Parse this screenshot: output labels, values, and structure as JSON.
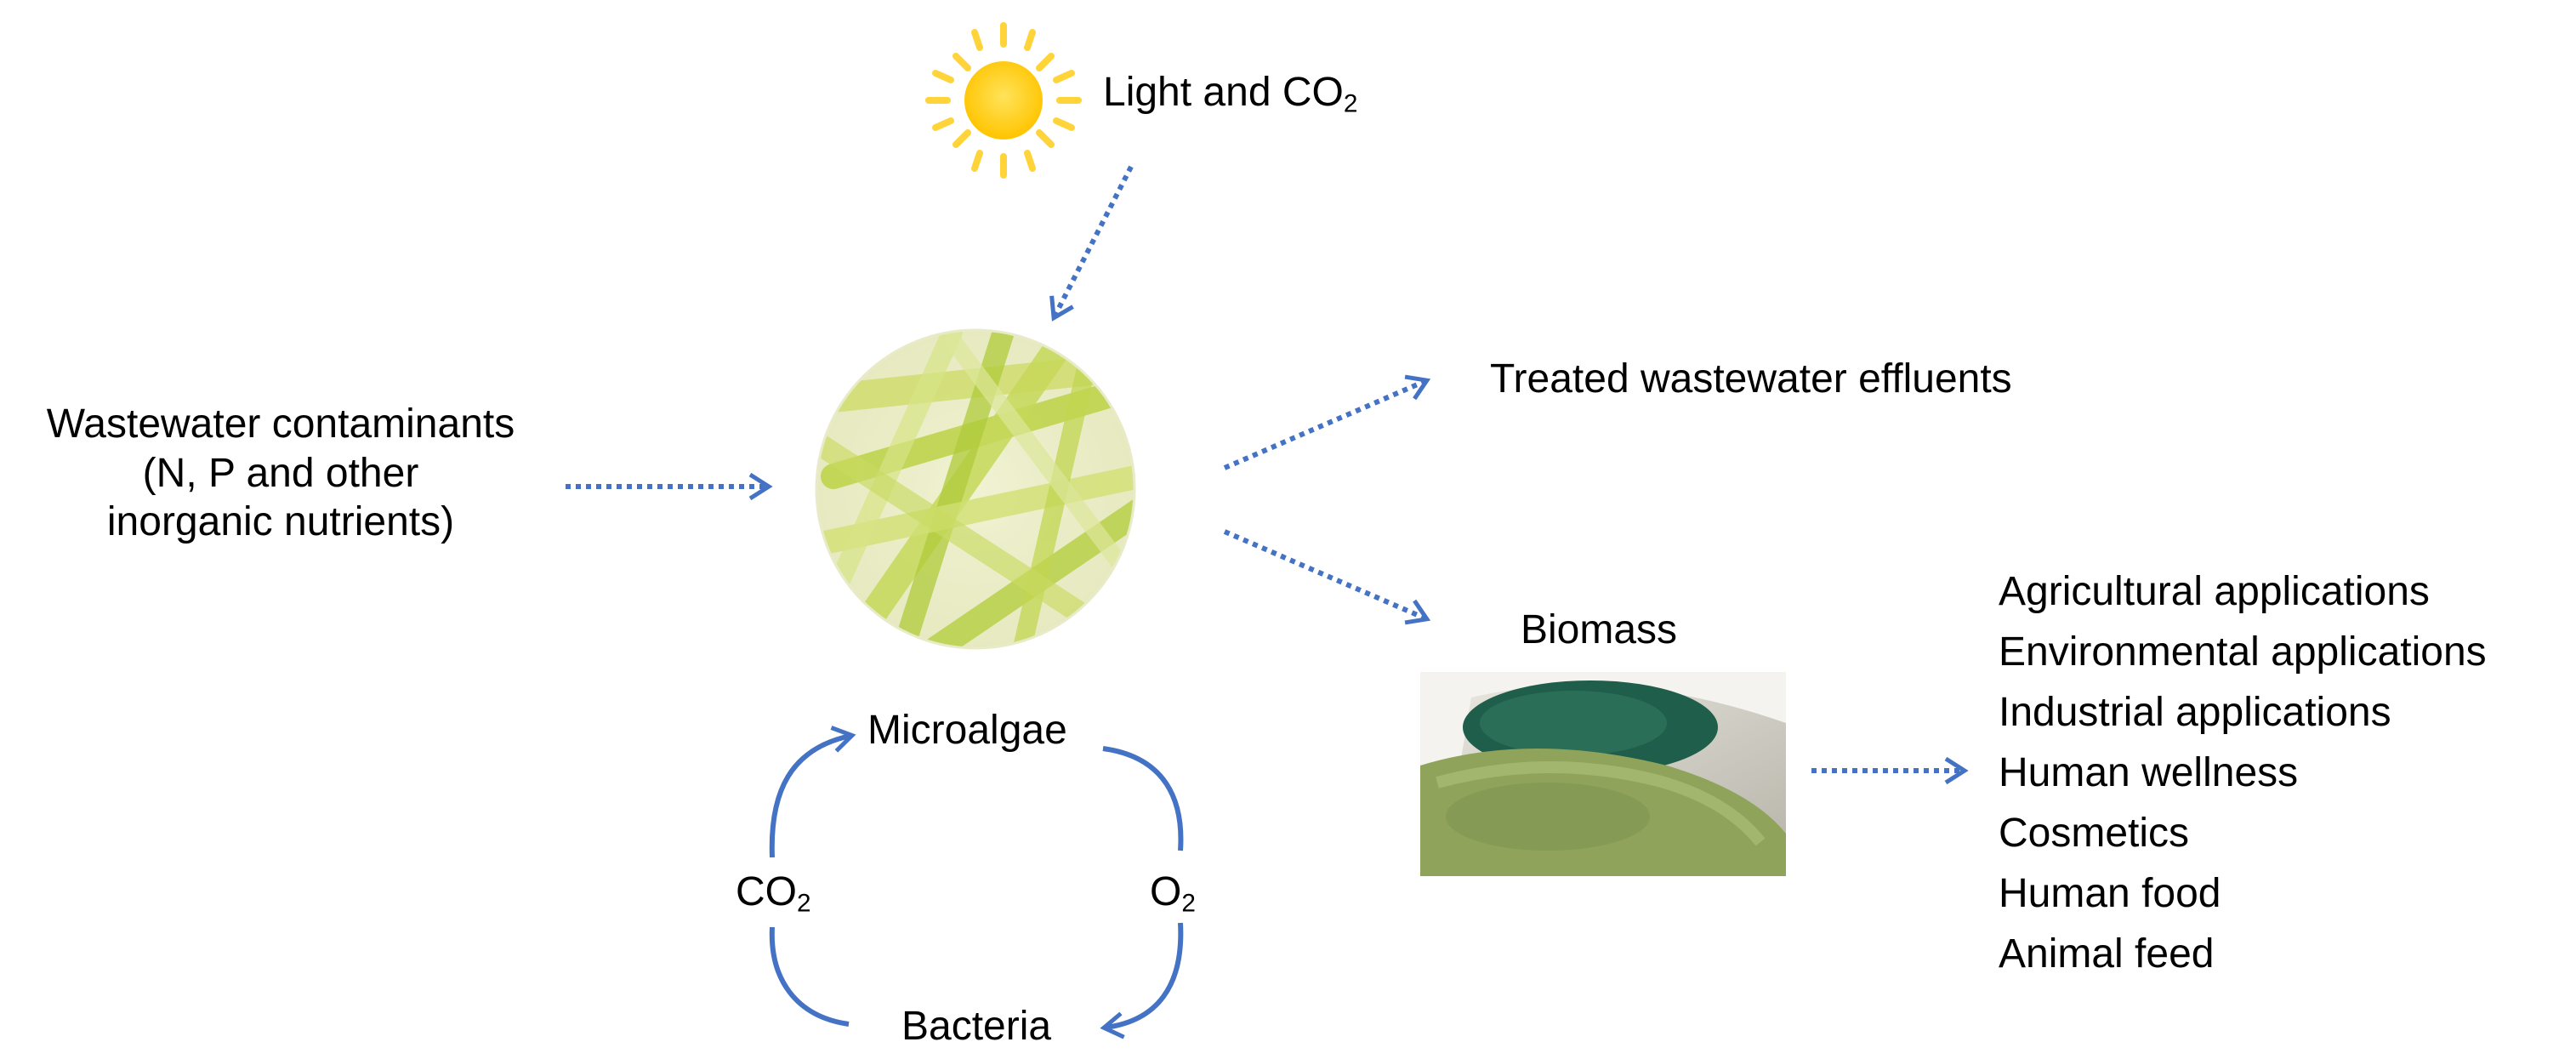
{
  "sun": {
    "label_text": "Light and CO",
    "label_sub": "2"
  },
  "inputs": {
    "line1": "Wastewater contaminants",
    "line2": "(N, P and other",
    "line3": "inorganic nutrients)"
  },
  "outputs": {
    "treated": "Treated wastewater effluents",
    "biomass": "Biomass"
  },
  "cycle": {
    "top": "Microalgae",
    "bottom": "Bacteria",
    "left_text": "CO",
    "left_sub": "2",
    "right_text": "O",
    "right_sub": "2"
  },
  "applications": [
    "Agricultural applications",
    "Environmental applications",
    "Industrial applications",
    "Human wellness",
    "Cosmetics",
    "Human food",
    "Animal feed"
  ],
  "colors": {
    "arrow": "#4472C4",
    "sun": "#FFCC00",
    "sun_ray": "#FFD43B",
    "algae_light": "#E3EE9A",
    "algae_dark": "#A8C832",
    "powder_dark": "#1F5E4A",
    "powder_light": "#8FA35A"
  }
}
